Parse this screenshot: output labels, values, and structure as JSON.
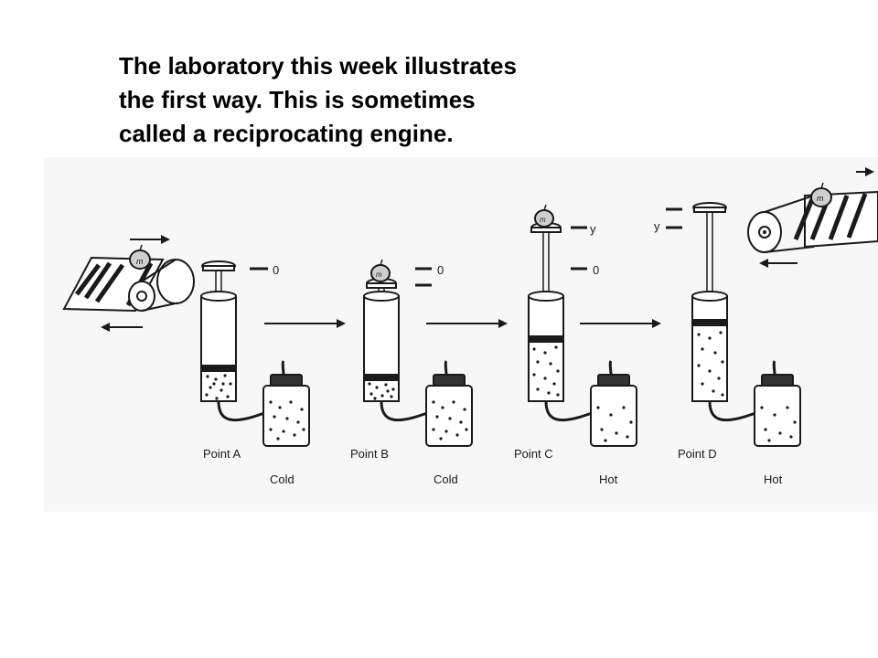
{
  "caption": {
    "lines": [
      "The laboratory this week illustrates",
      "the first way. This is sometimes",
      "called a reciprocating engine."
    ]
  },
  "mass_label": "m",
  "stages": [
    {
      "point": "Point A",
      "bath": "Cold",
      "markers": [
        "0"
      ]
    },
    {
      "point": "Point B",
      "bath": "Cold",
      "markers": [
        "0"
      ]
    },
    {
      "point": "Point C",
      "bath": "Hot",
      "markers": [
        "y",
        "0"
      ]
    },
    {
      "point": "Point D",
      "bath": "Hot",
      "markers": [
        "y"
      ]
    }
  ],
  "colors": {
    "ink": "#1a1a1a",
    "panel": "#f7f7f7",
    "apple": "#cfcfcf",
    "cap": "#333333"
  }
}
